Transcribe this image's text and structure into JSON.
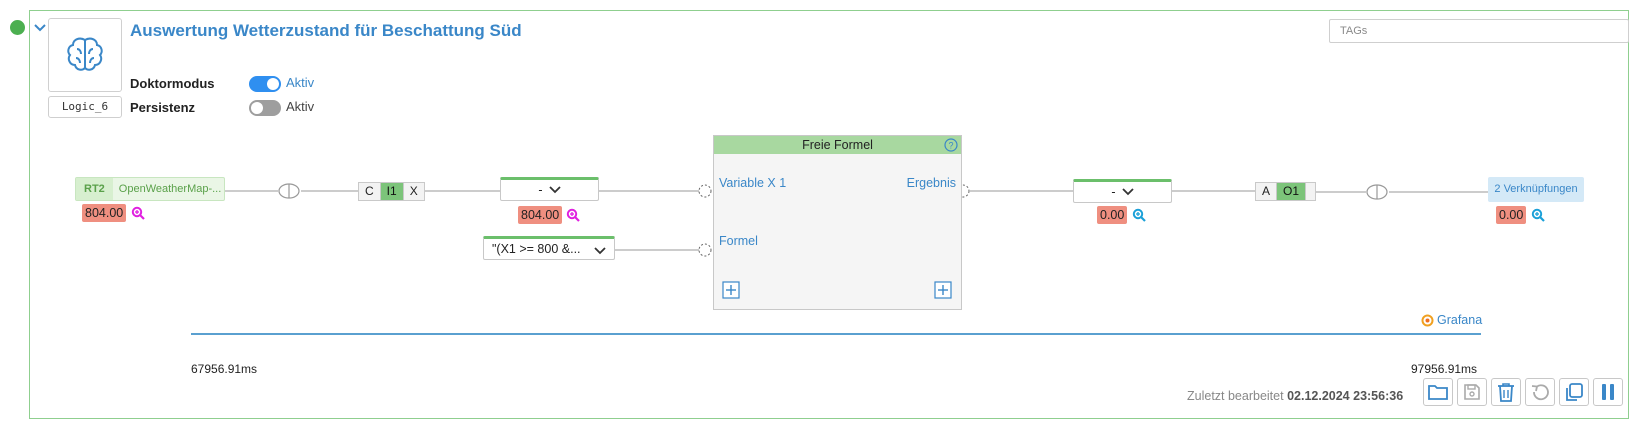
{
  "header": {
    "title": "Auswertung Wetterzustand für Beschattung Süd",
    "logic_id": "Logic_6",
    "tags_placeholder": "TAGs",
    "status_color": "#4caf50"
  },
  "options": [
    {
      "label": "Doktormodus",
      "state_text": "Aktiv",
      "enabled": true
    },
    {
      "label": "Persistenz",
      "state_text": "Aktiv",
      "enabled": false
    }
  ],
  "input": {
    "tag": "RT2",
    "name": "OpenWeatherMap-...",
    "value": "804.00"
  },
  "channel_in": {
    "c": "C",
    "i": "I1",
    "x": "X"
  },
  "select_in": {
    "value": "-",
    "result": "804.00"
  },
  "formula_select": {
    "value": "\"(X1 >= 800 &..."
  },
  "formula_block": {
    "title": "Freie Formel",
    "port_in_1": "Variable X 1",
    "port_in_2": "Formel",
    "port_out": "Ergebnis"
  },
  "select_out": {
    "value": "-",
    "result": "0.00"
  },
  "channel_out": {
    "a": "A",
    "o": "O1"
  },
  "output": {
    "label": "2 Verknüpfungen",
    "value": "0.00"
  },
  "grafana": {
    "label": "Grafana"
  },
  "timeline": {
    "start": "67956.91ms",
    "end": "97956.91ms"
  },
  "footer": {
    "edited_prefix": "Zuletzt bearbeitet",
    "edited_date": "02.12.2024 23:56:36"
  },
  "toolbar": {
    "icons": [
      "folder-icon",
      "save-icon",
      "trash-icon",
      "undo-icon",
      "copy-icon",
      "pause-icon"
    ]
  },
  "colors": {
    "accent": "#3a87c8",
    "value_bg": "#ef8f80",
    "panel_border": "#8fcf8f",
    "zoom_magenta": "#e020e0",
    "zoom_blue": "#1aa0d8"
  }
}
